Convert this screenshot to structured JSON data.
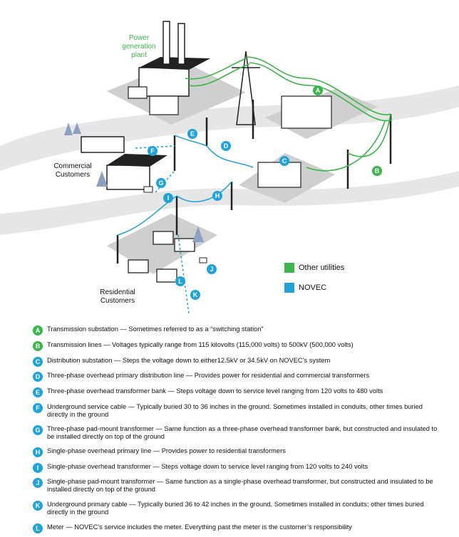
{
  "diagram": {
    "plant_label": [
      "Power",
      "generation",
      "plant"
    ],
    "commercial_label": [
      "Commercial",
      "Customers"
    ],
    "residential_label": [
      "Residential",
      "Customers"
    ],
    "badges": {
      "A": "A",
      "B": "B",
      "C": "C",
      "D": "D",
      "E": "E",
      "F": "F",
      "G": "G",
      "H": "H",
      "I": "I",
      "J": "J",
      "K": "K",
      "L": "L"
    },
    "colors": {
      "green": "#3cb54a",
      "blue": "#1fa3d9",
      "road": "#e6e6e6",
      "ground": "#cfcfcf"
    }
  },
  "legend": {
    "other": "Other utilities",
    "novec": "NOVEC"
  },
  "items": [
    {
      "letter": "A",
      "color": "green",
      "title": "Transmission substation",
      "desc": " — Sometimes referred to as a “switching station”"
    },
    {
      "letter": "B",
      "color": "green",
      "title": "Transmission lines",
      "desc": " — Voltages typically range from 115 kilovolts (115,000 volts) to 500kV (500,000 volts)"
    },
    {
      "letter": "C",
      "color": "blue",
      "title": "Distribution substation",
      "desc": " — Steps the voltage down to either12.5kV or 34.5kV on NOVEC’s system"
    },
    {
      "letter": "D",
      "color": "blue",
      "title": "Three-phase overhead primary distribution line",
      "desc": " — Provides power for residential and commercial transformers"
    },
    {
      "letter": "E",
      "color": "blue",
      "title": "Three-phase overhead transformer bank",
      "desc": " — Steps voltage down to service level ranging from 120 volts to 480 volts"
    },
    {
      "letter": "F",
      "color": "blue",
      "title": "Underground service cable",
      "desc": " — Typically buried 30 to 36 inches in the ground. Sometimes installed in conduits, other times buried directly in the ground"
    },
    {
      "letter": "G",
      "color": "blue",
      "title": "Three-phase pad-mount transformer",
      "desc": " — Same function as a three-phase overhead transformer bank, but constructed and insulated to be installed directly on top of the ground"
    },
    {
      "letter": "H",
      "color": "blue",
      "title": "Single-phase overhead primary line",
      "desc": " — Provides power to residential transformers"
    },
    {
      "letter": "I",
      "color": "blue",
      "title": "Single-phase overhead transformer",
      "desc": " — Steps voltage down to service level ranging from 120 volts to 240 volts"
    },
    {
      "letter": "J",
      "color": "blue",
      "title": "Single-phase pad-mount transformer",
      "desc": " — Same function as a single-phase overhead transformer, but constructed and insulated to be installed directly on top of the ground"
    },
    {
      "letter": "K",
      "color": "blue",
      "title": "Underground primary cable",
      "desc": " — Typically buried 36 to 42 inches in the ground. Sometimes installed in conduits; other times buried directly in the ground"
    },
    {
      "letter": "L",
      "color": "blue",
      "title": "Meter",
      "desc": " — NOVEC’s service includes the meter. Everything past the meter is the customer’s responsibility"
    }
  ]
}
